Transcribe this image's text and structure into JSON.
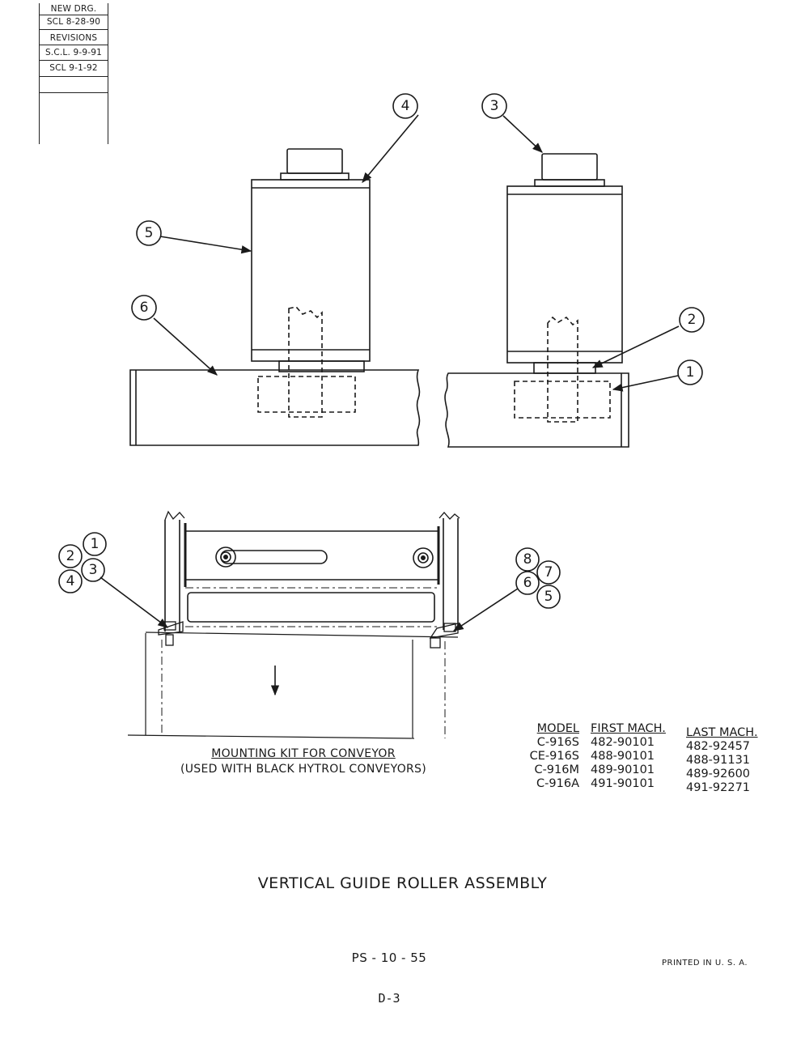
{
  "revision_block": {
    "new_drawing_label": "NEW DRG.",
    "new_drawing_entry": "SCL 8-28-90",
    "revisions_label": "REVISIONS",
    "revision_1": "S.C.L. 9-9-91",
    "revision_2": "SCL 9-1-92"
  },
  "callouts_top": {
    "left_body": "5",
    "left_cap": "4",
    "left_frame": "6",
    "right_cap": "3",
    "right_washer": "2",
    "right_bracket": "1"
  },
  "callouts_bottom": {
    "left": [
      "1",
      "2",
      "3",
      "4"
    ],
    "right": [
      "8",
      "7",
      "6",
      "5"
    ]
  },
  "mounting_kit": {
    "title": "MOUNTING KIT FOR CONVEYOR",
    "subtitle": "(USED WITH BLACK HYTROL CONVEYORS)"
  },
  "model_table": {
    "headers": [
      "MODEL",
      "FIRST MACH.",
      "LAST MACH."
    ],
    "rows": [
      [
        "C-916S",
        "482-90101",
        "482-92457"
      ],
      [
        "CE-916S",
        "488-90101",
        "488-91131"
      ],
      [
        "C-916M",
        "489-90101",
        "489-92600"
      ],
      [
        "C-916A",
        "491-90101",
        "491-92271"
      ]
    ]
  },
  "title": "VERTICAL GUIDE ROLLER ASSEMBLY",
  "document_number": "PS - 10 - 55",
  "printed_note": "PRINTED IN U. S. A.",
  "page_number": "D-3"
}
